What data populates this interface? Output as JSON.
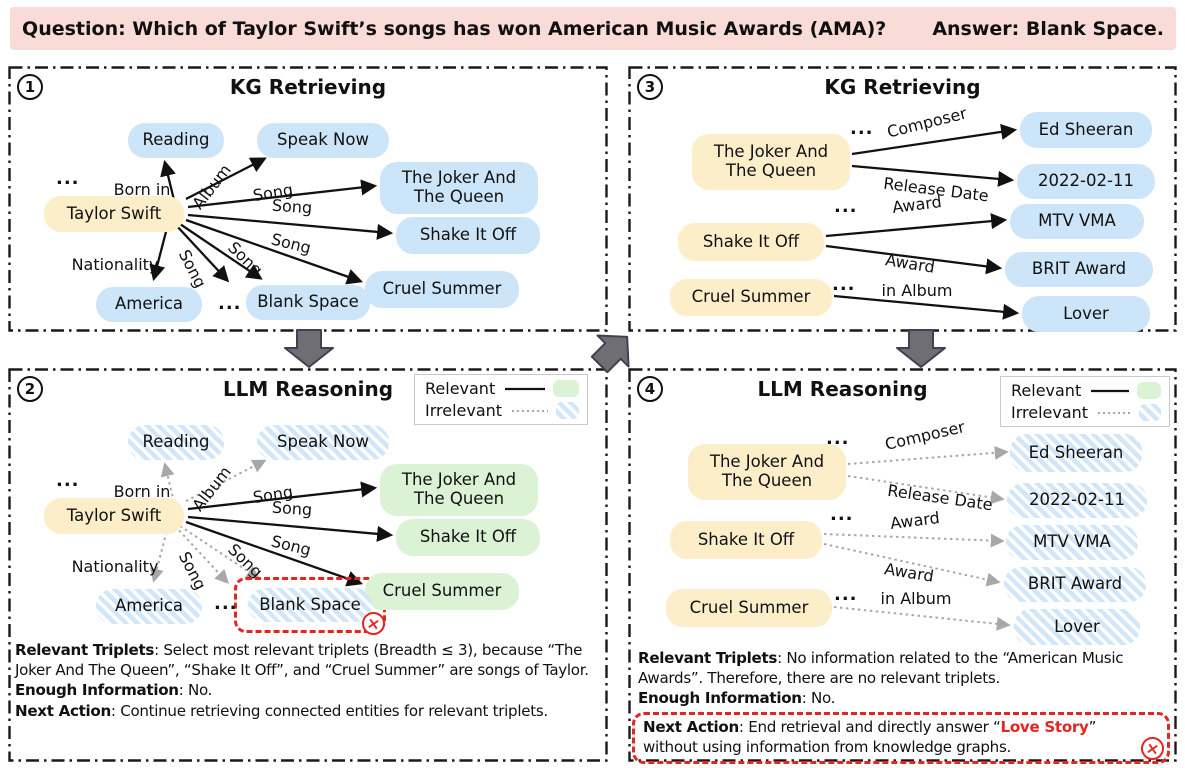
{
  "banner": {
    "question": "Question: Which of Taylor Swift’s songs has won American Music Awards (AMA)?",
    "answer": "Answer: Blank Space."
  },
  "legend": {
    "relevant": "Relevant",
    "irrelevant": "Irrelevant"
  },
  "ellipsis": "...",
  "icons": {
    "reject": "×"
  },
  "colors": {
    "banner_bg": "#f9dcd8",
    "node_blue": "#cde5f8",
    "node_yellow": "#fdeeca",
    "node_green": "#dcf2d4",
    "hatch_blue": "#d2e6f9",
    "alert_red": "#e52520",
    "connector_gray": "#6e6e74"
  },
  "entities": {
    "taylor_swift": "Taylor Swift",
    "reading": "Reading",
    "speak_now": "Speak Now",
    "joker_queen": "The Joker And The Queen",
    "shake_it_off": "Shake It Off",
    "cruel_summer": "Cruel Summer",
    "america": "America",
    "blank_space": "Blank Space",
    "ed_sheeran": "Ed Sheeran",
    "release_2022": "2022-02-11",
    "mtv_vma": "MTV VMA",
    "brit_award": "BRIT Award",
    "lover": "Lover"
  },
  "relations": {
    "born_in": "Born in",
    "album": "Album",
    "song": "Song",
    "nationality": "Nationality",
    "composer": "Composer",
    "release_date": "Release Date",
    "award": "Award",
    "in_album": "in Album"
  },
  "panels": {
    "p1": {
      "number": "1",
      "title": "KG Retrieving"
    },
    "p2": {
      "number": "2",
      "title": "LLM Reasoning",
      "text": [
        {
          "label": "Relevant Triplets",
          "body": ": Select most relevant triplets (Breadth ≤ 3), because “The Joker And The Queen”, “Shake It Off”, and “Cruel Summer” are songs of Taylor."
        },
        {
          "label": "Enough Information",
          "body": ": No."
        },
        {
          "label": "Next Action",
          "body": ": Continue retrieving connected entities for relevant triplets."
        }
      ]
    },
    "p3": {
      "number": "3",
      "title": "KG Retrieving"
    },
    "p4": {
      "number": "4",
      "title": "LLM Reasoning",
      "text": [
        {
          "label": "Relevant Triplets",
          "body": ": No information related to the “American Music Awards”. Therefore, there are no relevant triplets."
        },
        {
          "label": "Enough Information",
          "body": ": No."
        }
      ],
      "next_action": {
        "label": "Next Action",
        "pre": ": End retrieval and directly answer “",
        "highlight": "Love Story",
        "post": "” without using information from knowledge graphs."
      }
    }
  }
}
